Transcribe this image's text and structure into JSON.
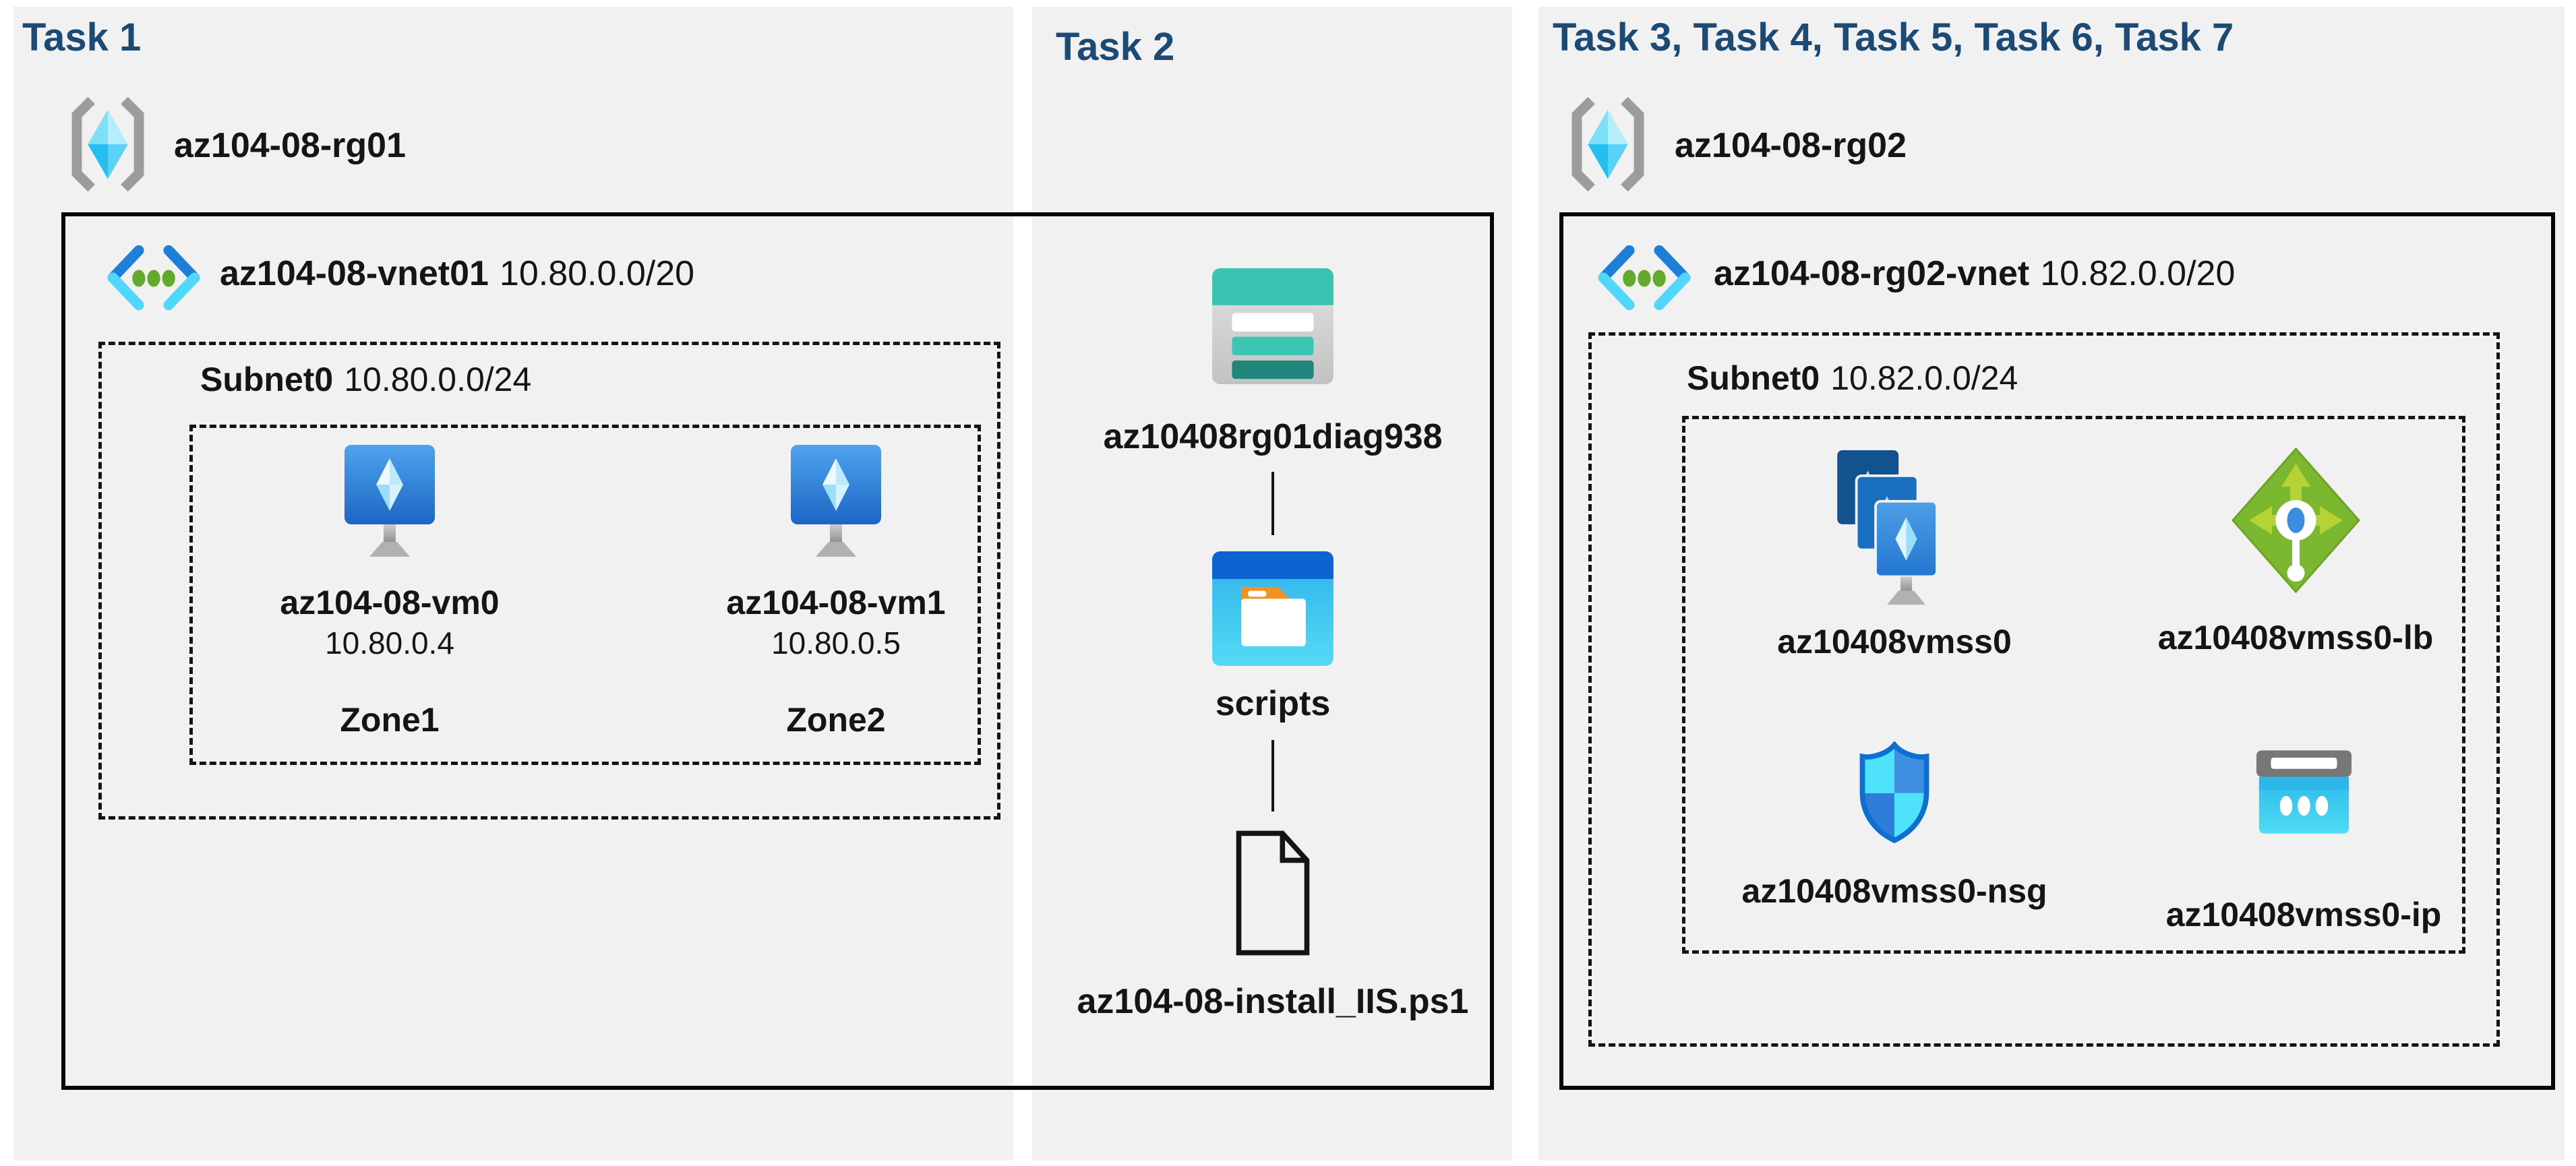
{
  "tasks": {
    "t1": "Task 1",
    "t2": "Task 2",
    "t3": "Task 3, Task 4, Task 5, Task 6, Task 7"
  },
  "rg01": {
    "name": "az104-08-rg01"
  },
  "rg02": {
    "name": "az104-08-rg02"
  },
  "vnet01": {
    "name": "az104-08-vnet01",
    "cidr": "10.80.0.0/20"
  },
  "subnet01": {
    "name": "Subnet0",
    "cidr": "10.80.0.0/24"
  },
  "vm0": {
    "name": "az104-08-vm0",
    "ip": "10.80.0.4",
    "zone": "Zone1"
  },
  "vm1": {
    "name": "az104-08-vm1",
    "ip": "10.80.0.5",
    "zone": "Zone2"
  },
  "storage": {
    "name": "az10408rg01diag938"
  },
  "folder": {
    "name": "scripts"
  },
  "file": {
    "name": "az104-08-install_IIS.ps1"
  },
  "vnet02": {
    "name": "az104-08-rg02-vnet",
    "cidr": "10.82.0.0/20"
  },
  "subnet02": {
    "name": "Subnet0",
    "cidr": "10.82.0.0/24"
  },
  "vmss": {
    "name": "az10408vmss0"
  },
  "lb": {
    "name": "az10408vmss0-lb"
  },
  "nsg": {
    "name": "az10408vmss0-nsg"
  },
  "pip": {
    "name": "az10408vmss0-ip"
  },
  "colors": {
    "task_title": "#1b4a74",
    "panel_background": "#f1f1f1",
    "box_border": "#060606",
    "storage_teal": "#39c3b1",
    "folder_blue": "#0b64d0",
    "lb_green": "#7cb82f",
    "shield_blue": "#0e6fd2",
    "vnet_blue": "#1e7fd9",
    "vnet_cyan": "#4fd8fb"
  }
}
